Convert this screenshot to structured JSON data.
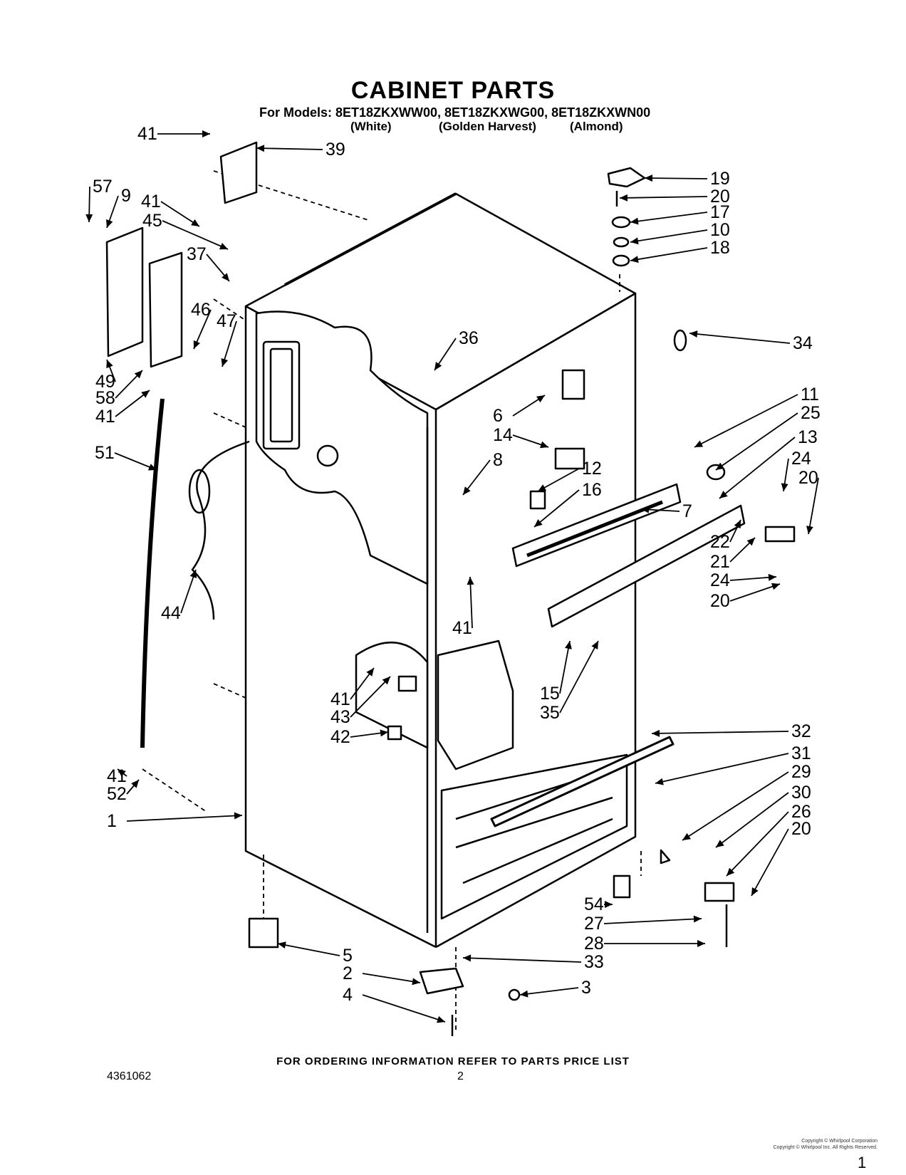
{
  "title": "CABINET PARTS",
  "models_line": "For Models: 8ET18ZKXWW00, 8ET18ZKXWG00, 8ET18ZKXWN00",
  "colors": [
    "(White)",
    "(Golden Harvest)",
    "(Almond)"
  ],
  "callouts": [
    "41",
    "39",
    "57",
    "9",
    "41",
    "45",
    "37",
    "46",
    "47",
    "49",
    "58",
    "41",
    "51",
    "44",
    "19",
    "20",
    "17",
    "10",
    "18",
    "34",
    "36",
    "6",
    "14",
    "11",
    "25",
    "13",
    "8",
    "12",
    "16",
    "7",
    "24",
    "20",
    "22",
    "21",
    "24",
    "20",
    "41",
    "15",
    "35",
    "41",
    "43",
    "42",
    "32",
    "31",
    "29",
    "30",
    "26",
    "20",
    "41",
    "52",
    "1",
    "54",
    "27",
    "28",
    "5",
    "2",
    "33",
    "3",
    "4"
  ],
  "footer_note": "FOR ORDERING INFORMATION REFER TO PARTS PRICE LIST",
  "part_number": "4361062",
  "page_number": "2",
  "copyright": "Copyright © Whirlpool Corporation\nCopyright © Whirlpool Inc. All Rights Reserved.",
  "corner_mark": "1"
}
